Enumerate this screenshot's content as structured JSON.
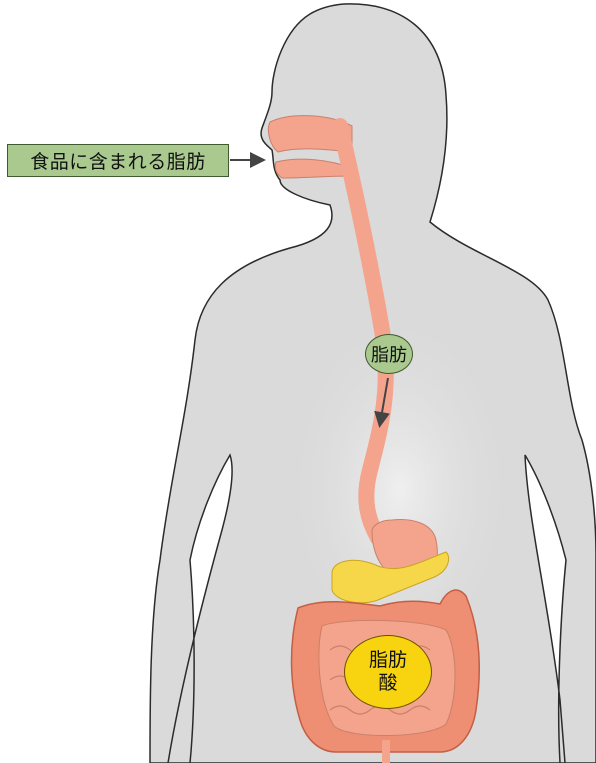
{
  "labels": {
    "food_fat": "食品に含まれる脂肪",
    "fat": "脂肪",
    "fatty_acid_line1": "脂肪",
    "fatty_acid_line2": "酸"
  },
  "colors": {
    "body": "#dadada",
    "body_outline": "#2b2b2b",
    "digestive_tract": "#f4a48c",
    "intestine": "#ee8e72",
    "pancreas": "#f7d74a",
    "label_green": "#a9c98f",
    "label_yellow": "#f7d40f",
    "arrow": "#444444"
  }
}
